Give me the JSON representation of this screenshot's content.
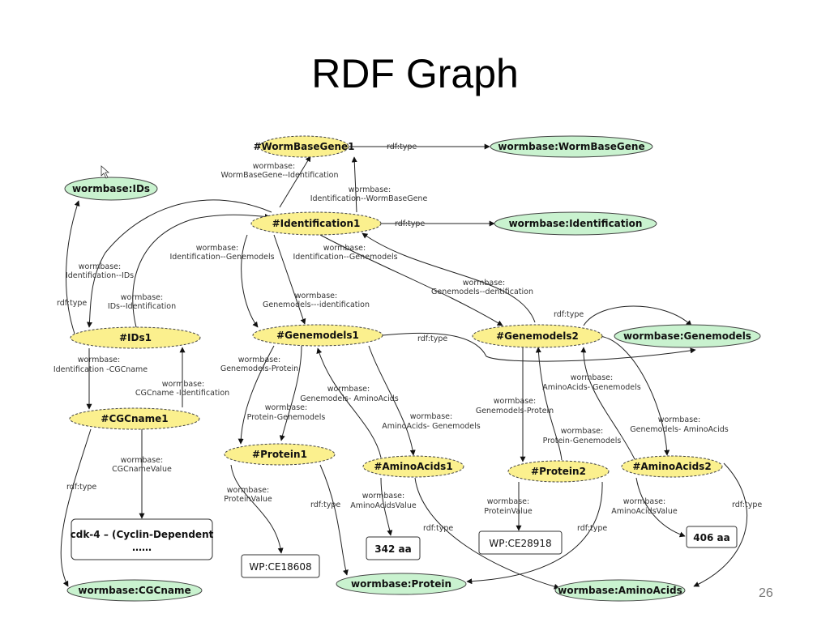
{
  "title": "RDF Graph",
  "slide_number": "26",
  "nodes": {
    "wormbasegene1": "#WormBaseGene1",
    "wormbase_wormbasegene": "wormbase:WormBaseGene",
    "wormbase_ids": "wormbase:IDs",
    "identification1": "#Identification1",
    "wormbase_identification": "wormbase:Identification",
    "ids1": "#IDs1",
    "genemodels1": "#Genemodels1",
    "genemodels2": "#Genemodels2",
    "wormbase_genemodels": "wormbase:Genemodels",
    "cgcname1": "#CGCname1",
    "protein1": "#Protein1",
    "aminoacids1": "#AminoAcids1",
    "protein2": "#Protein2",
    "aminoacids2": "#AminoAcids2",
    "cdk4_line1": "cdk-4 – (Cyclin-Dependent",
    "cdk4_line2": "……",
    "wp_ce18608": "WP:CE18608",
    "aa342": "342 aa",
    "wp_ce28918": "WP:CE28918",
    "aa406": "406 aa",
    "wormbase_cgcname": "wormbase:CGCname",
    "wormbase_protein": "wormbase:Protein",
    "wormbase_aminoacids": "wormbase:AminoAcids"
  },
  "labels": {
    "rdf_type": "rdf:type",
    "wormbase": "wormbase:",
    "wbg_identification": "WormBaseGene--Identification",
    "identification_wbg": "Identification--WormBaseGene",
    "identification_ids": "Identification--IDs",
    "ids_identification": "IDs--Identification",
    "identification_genemodels": "Identification--Genemodels",
    "genemodels_identification1": "Genemodels---identification",
    "genemodels_identification2": "Genemodels--dentification",
    "identification_cgcname": "Identification -CGCname",
    "cgcname_identification": "CGCname -Identification",
    "cgcname_value": "CGCnameValue",
    "genemodels_protein": "Genemodels-Protein",
    "protein_genemodels": "Protein-Genemodels",
    "genemodels_aminoacids": "Genemodels- AminoAcids",
    "aminoacids_genemodels": "AminoAcids- Genemodels",
    "protein_value": "ProteinValue",
    "aminoacids_value": "AminoAcidsValue"
  },
  "colors": {
    "resource_fill": "#fbf08e",
    "class_fill": "#c9f2cf",
    "literal_fill": "#ffffff",
    "edge": "#222222"
  }
}
